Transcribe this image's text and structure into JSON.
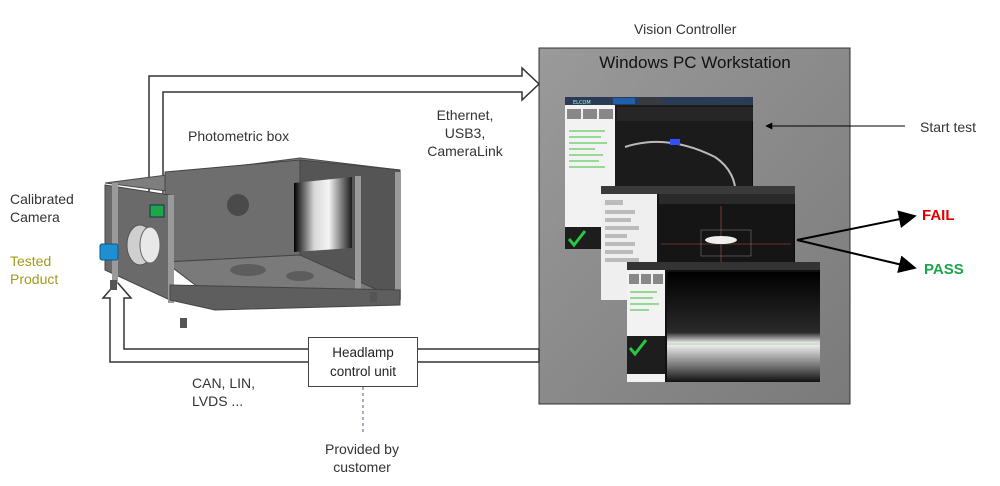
{
  "labels": {
    "vision_controller": "Vision Controller",
    "workstation": "Windows PC Workstation",
    "ethernet": [
      "Ethernet,",
      "USB3,",
      "CameraLink"
    ],
    "photometric_box": "Photometric box",
    "calibrated_camera": [
      "Calibrated",
      "Camera"
    ],
    "tested_product": [
      "Tested",
      "Product"
    ],
    "start_test": "Start test",
    "fail": "FAIL",
    "pass": "PASS",
    "headlamp_unit": [
      "Headlamp",
      "control unit"
    ],
    "can_lin": [
      "CAN, LIN,",
      "LVDS ..."
    ],
    "provided_by": [
      "Provided by",
      "customer"
    ],
    "app_brand": "ELCOM"
  },
  "colors": {
    "fail": "#e00000",
    "pass": "#1aa64b",
    "tested_product": "#a39a1a",
    "workstation_panel": "#8c8c8c",
    "connector": "#5b3a7a"
  },
  "icons": {
    "camera": "camera-icon",
    "check": "check-icon"
  }
}
